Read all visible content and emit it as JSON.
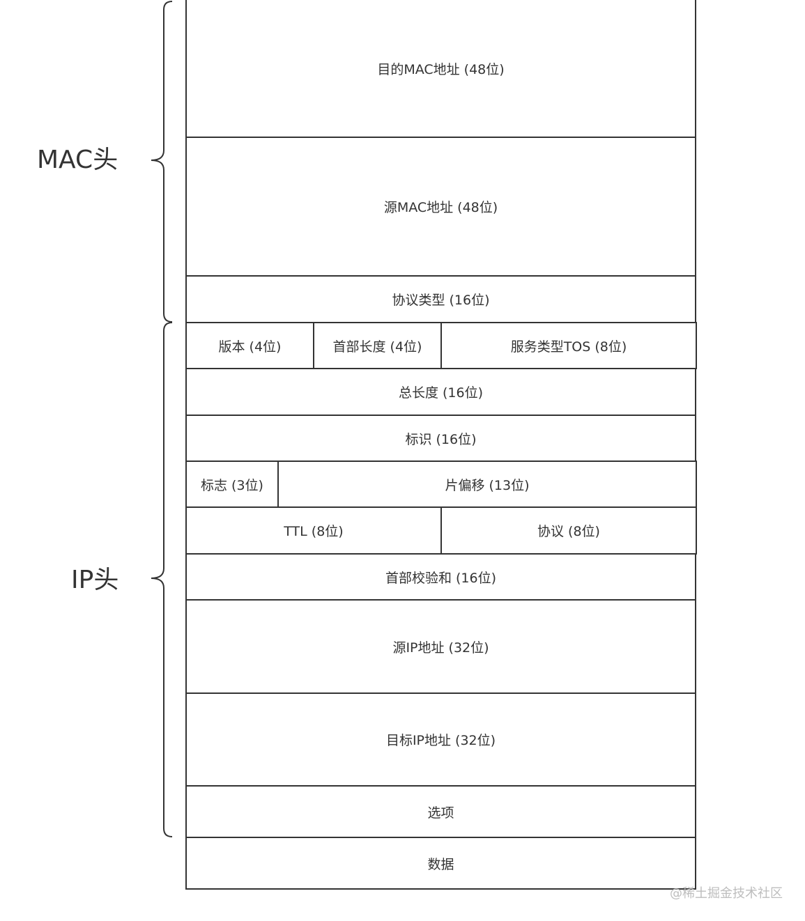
{
  "groups": {
    "mac": "MAC头",
    "ip": "IP头"
  },
  "fields": {
    "dest_mac": "目的MAC地址 (48位)",
    "src_mac": "源MAC地址 (48位)",
    "protocol_type": "协议类型 (16位)",
    "version": "版本 (4位)",
    "header_length": "首部长度 (4位)",
    "tos": "服务类型TOS (8位)",
    "total_length": "总长度 (16位)",
    "identification": "标识 (16位)",
    "flags": "标志 (3位)",
    "fragment_offset": "片偏移 (13位)",
    "ttl": "TTL (8位)",
    "protocol": "协议 (8位)",
    "checksum": "首部校验和 (16位)",
    "src_ip": "源IP地址 (32位)",
    "dest_ip": "目标IP地址 (32位)",
    "options": "选项",
    "data": "数据"
  },
  "watermark": "@稀土掘金技术社区"
}
